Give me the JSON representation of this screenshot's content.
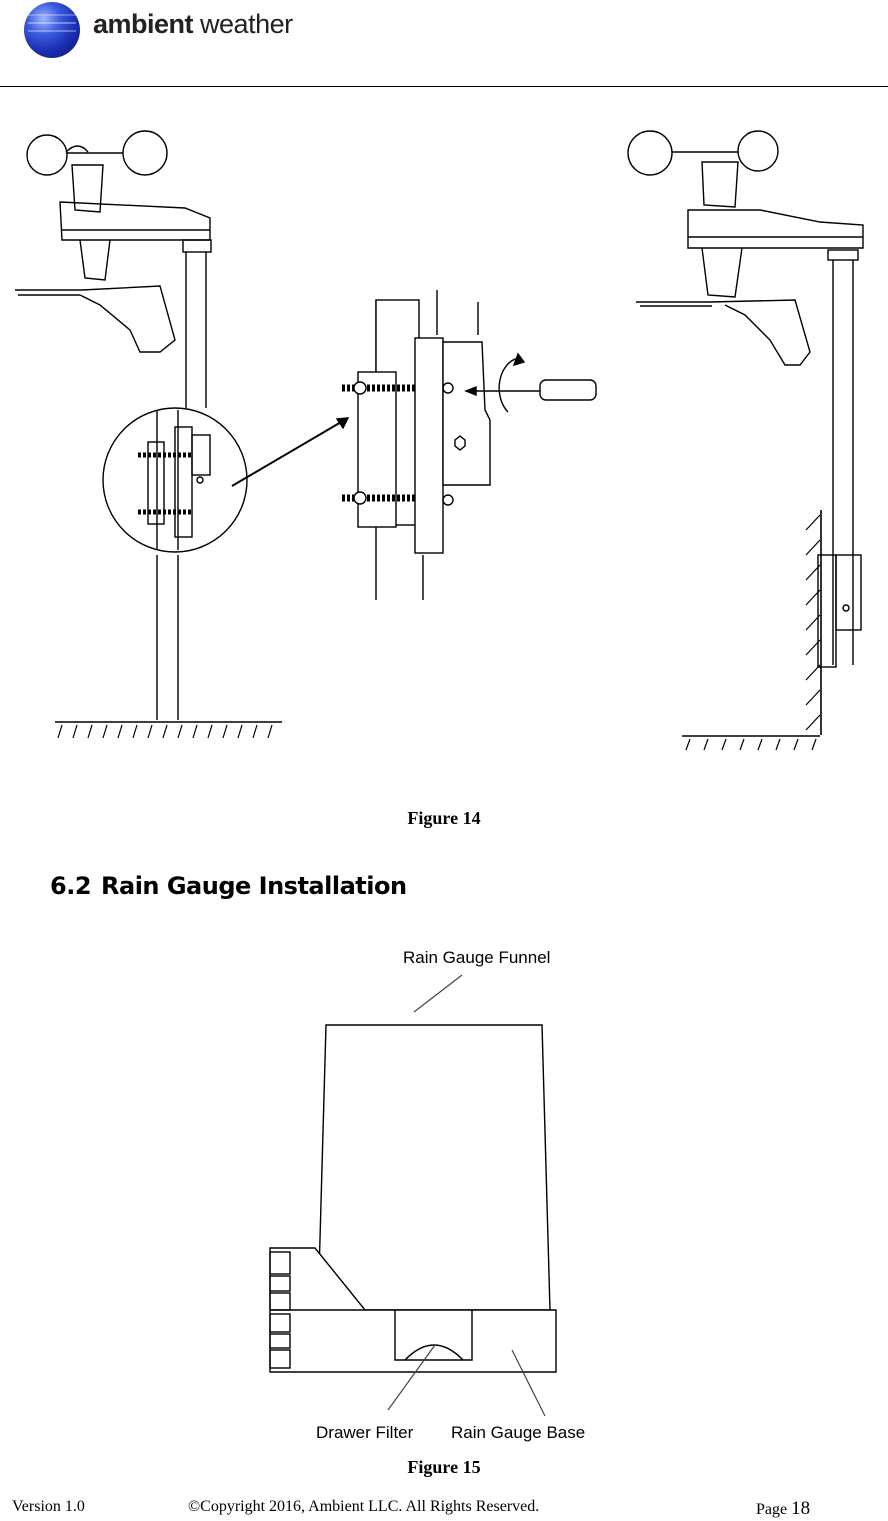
{
  "header": {
    "logo_bold": "ambient",
    "logo_light": "weather"
  },
  "figure14": {
    "caption": "Figure 14"
  },
  "section": {
    "number": "6.2",
    "title": "Rain Gauge Installation"
  },
  "figure15": {
    "caption": "Figure 15",
    "labels": {
      "funnel": "Rain Gauge Funnel",
      "filter": "Drawer Filter",
      "base": "Rain Gauge Base"
    }
  },
  "footer": {
    "version": "Version 1.0",
    "copyright": "©Copyright 2016, Ambient LLC. All Rights Reserved.",
    "page_label": "Page",
    "page_number": "18"
  }
}
